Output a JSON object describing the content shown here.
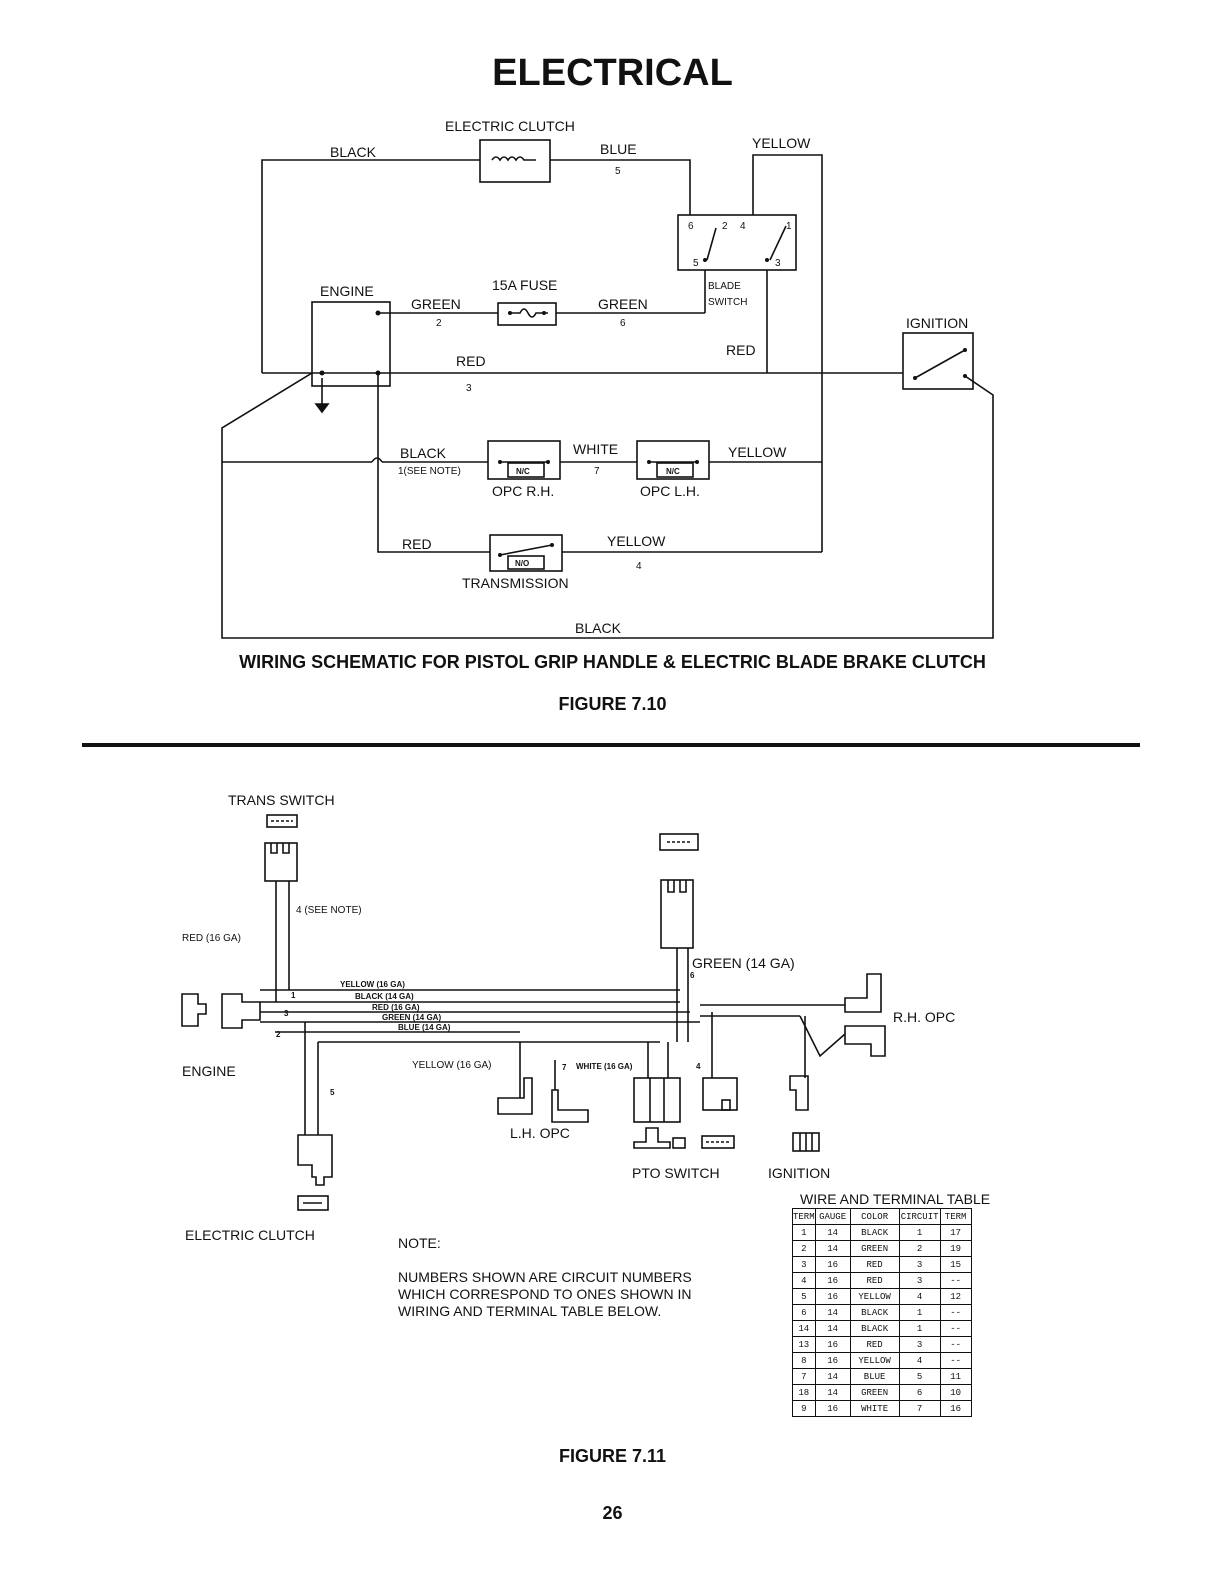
{
  "page_title": "ELECTRICAL",
  "figure_7_10": {
    "caption": "WIRING SCHEMATIC FOR PISTOL GRIP HANDLE & ELECTRIC BLADE BRAKE CLUTCH",
    "figure_label": "FIGURE 7.10",
    "components": {
      "electric_clutch": "ELECTRIC CLUTCH",
      "blade_switch_1": "BLADE",
      "blade_switch_2": "SWITCH",
      "engine": "ENGINE",
      "fuse": "15A FUSE",
      "ignition": "IGNITION",
      "opc_rh": "OPC R.H.",
      "opc_lh": "OPC L.H.",
      "transmission": "TRANSMISSION",
      "nc": "N/C",
      "no": "N/O"
    },
    "wires": {
      "black_top": "BLACK",
      "blue": "BLUE",
      "blue_num": "5",
      "yellow_top": "YELLOW",
      "green_left": "GREEN",
      "green_left_num": "2",
      "green_right": "GREEN",
      "green_right_num": "6",
      "red_mid": "RED",
      "red_mid_num": "3",
      "red_right": "RED",
      "black_opc": "BLACK",
      "black_opc_note": "1(SEE NOTE)",
      "white": "WHITE",
      "white_num": "7",
      "yellow_opc": "YELLOW",
      "red_trans": "RED",
      "yellow_trans": "YELLOW",
      "yellow_trans_num": "4",
      "black_bottom": "BLACK"
    },
    "switch_terminals": [
      "6",
      "2",
      "4",
      "1",
      "5",
      "3"
    ]
  },
  "figure_7_11": {
    "figure_label": "FIGURE 7.11",
    "labels": {
      "trans_switch": "TRANS SWITCH",
      "see_note": "4 (SEE NOTE)",
      "red_16": "RED (16 GA)",
      "engine": "ENGINE",
      "green_14": "GREEN (14 GA)",
      "rh_opc": "R.H. OPC",
      "yellow_16": "YELLOW (16 GA)",
      "white_16": "WHITE (16 GA)",
      "lh_opc": "L.H. OPC",
      "pto_switch": "PTO SWITCH",
      "ignition": "IGNITION",
      "electric_clutch": "ELECTRIC CLUTCH"
    },
    "bundle": [
      "YELLOW (16 GA)",
      "BLACK (14 GA)",
      "RED (16 GA)",
      "GREEN (14 GA)",
      "BLUE (14 GA)"
    ],
    "circuit_numbers": [
      "1",
      "3",
      "2",
      "5",
      "6",
      "7",
      "4"
    ],
    "note": {
      "heading": "NOTE:",
      "text": "NUMBERS SHOWN ARE CIRCUIT NUMBERS\nWHICH CORRESPOND TO ONES SHOWN IN\nWIRING AND TERMINAL TABLE BELOW."
    },
    "table": {
      "title": "WIRE AND TERMINAL TABLE",
      "headers": [
        "TERM",
        "GAUGE",
        "COLOR",
        "CIRCUIT",
        "TERM"
      ],
      "rows": [
        [
          "1",
          "14",
          "BLACK",
          "1",
          "17"
        ],
        [
          "2",
          "14",
          "GREEN",
          "2",
          "19"
        ],
        [
          "3",
          "16",
          "RED",
          "3",
          "15"
        ],
        [
          "4",
          "16",
          "RED",
          "3",
          "--"
        ],
        [
          "5",
          "16",
          "YELLOW",
          "4",
          "12"
        ],
        [
          "6",
          "14",
          "BLACK",
          "1",
          "--"
        ],
        [
          "14",
          "14",
          "BLACK",
          "1",
          "--"
        ],
        [
          "13",
          "16",
          "RED",
          "3",
          "--"
        ],
        [
          "8",
          "16",
          "YELLOW",
          "4",
          "--"
        ],
        [
          "7",
          "14",
          "BLUE",
          "5",
          "11"
        ],
        [
          "18",
          "14",
          "GREEN",
          "6",
          "10"
        ],
        [
          "9",
          "16",
          "WHITE",
          "7",
          "16"
        ]
      ]
    }
  },
  "page_number": "26"
}
